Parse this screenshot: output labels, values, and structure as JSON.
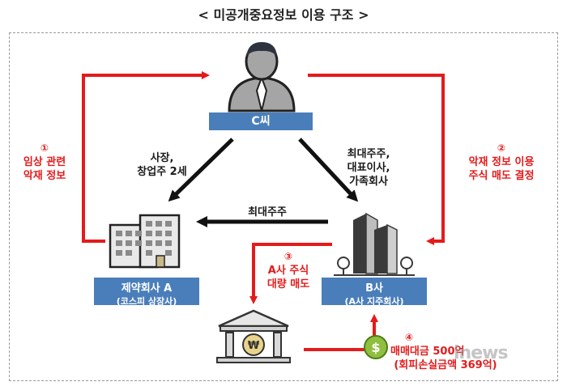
{
  "title": "< 미공개중요정보 이용 구조 >",
  "nodes": {
    "person": {
      "label": "C씨"
    },
    "company_a": {
      "label": "제약회사 A",
      "sub": "(코스피 상장사)"
    },
    "company_b": {
      "label": "B사",
      "sub": "(A사 지주회사)"
    }
  },
  "edges": {
    "c_to_a": {
      "lines": [
        "사장,",
        "창업주 2세"
      ]
    },
    "c_to_b": {
      "lines": [
        "최대주주,",
        "대표이사,",
        "가족회사"
      ]
    },
    "b_to_a": {
      "label": "최대주주"
    },
    "step1": {
      "num": "①",
      "lines": [
        "임상 관련",
        "악재 정보"
      ]
    },
    "step2": {
      "num": "②",
      "lines": [
        "악재 정보 이용",
        "주식 매도 결정"
      ]
    },
    "step3": {
      "num": "③",
      "lines": [
        "A사 주식",
        "대량 매도"
      ]
    },
    "step4": {
      "num": "④",
      "lines": [
        "매매대금 500억",
        "(회피손실금액 369억)"
      ]
    }
  },
  "watermark": "inews",
  "colors": {
    "accent_red": "#e41b1b",
    "box_blue": "#4a7ebb"
  }
}
